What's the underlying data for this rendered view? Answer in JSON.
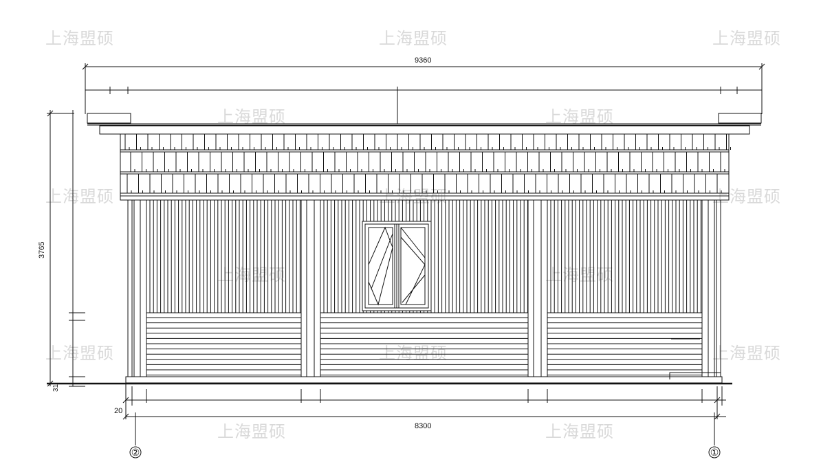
{
  "drawing": {
    "dimensions": {
      "overall_width": "9360",
      "axis_width": "8300",
      "height": "3765",
      "base_offset": "20",
      "ground_small": "31"
    },
    "axis_labels": {
      "left": "②",
      "right": "①"
    },
    "watermark": "上海盟硕",
    "colors": {
      "line": "#111111",
      "watermark": "#d9d9d9",
      "background": "#ffffff"
    }
  }
}
